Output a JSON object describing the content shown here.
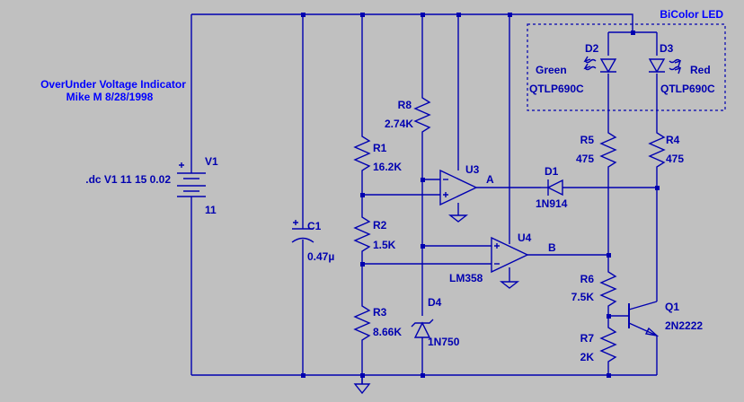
{
  "title": {
    "line1": "OverUnder Voltage Indicator",
    "line2": "Mike M 8/28/1998"
  },
  "box_label": "BiColor LED",
  "components": {
    "V1": {
      "name": "V1",
      "value": "11",
      "directive": ".dc V1 11 15 0.02"
    },
    "C1": {
      "name": "C1",
      "value": "0.47µ"
    },
    "R1": {
      "name": "R1",
      "value": "16.2K"
    },
    "R2": {
      "name": "R2",
      "value": "1.5K"
    },
    "R3": {
      "name": "R3",
      "value": "8.66K"
    },
    "R4": {
      "name": "R4",
      "value": "475"
    },
    "R5": {
      "name": "R5",
      "value": "475"
    },
    "R6": {
      "name": "R6",
      "value": "7.5K"
    },
    "R7": {
      "name": "R7",
      "value": "2K"
    },
    "R8": {
      "name": "R8",
      "value": "2.74K"
    },
    "D1": {
      "name": "D1",
      "value": "1N914"
    },
    "D2": {
      "name": "D2",
      "value": "QTLP690C",
      "color_label": "Green"
    },
    "D3": {
      "name": "D3",
      "value": "QTLP690C",
      "color_label": "Red"
    },
    "D4": {
      "name": "D4",
      "value": "1N750"
    },
    "U3": {
      "name": "U3"
    },
    "U4": {
      "name": "U4",
      "value": "LM358"
    },
    "Q1": {
      "name": "Q1",
      "value": "2N2222"
    }
  },
  "nets": {
    "A": "A",
    "B": "B"
  },
  "colors": {
    "background": "#c0c0c0",
    "wire": "#0000b0",
    "title": "#0000ff"
  }
}
